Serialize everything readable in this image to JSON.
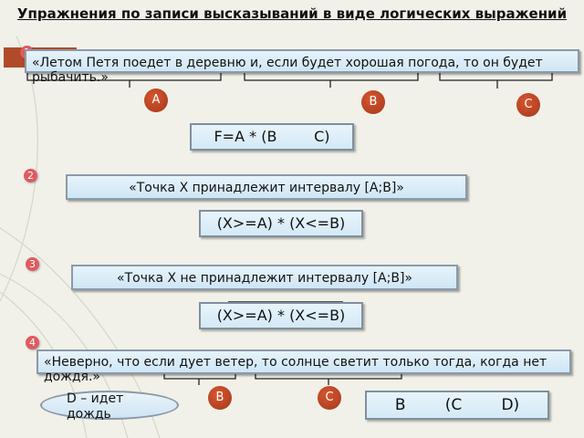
{
  "title": "Упражнения по записи высказываний в виде логических выражений",
  "numbers": [
    "1",
    "2",
    "3",
    "4"
  ],
  "ex1": {
    "statement": "«Летом Петя поедет в деревню и, если будет хорошая погода, то он будет рыбачить.»",
    "labels": [
      "A",
      "B",
      "C"
    ],
    "formula": "F=A * (B        C)"
  },
  "ex2": {
    "statement": "«Точка Х принадлежит интервалу [A;B]»",
    "formula": "(X>=A) * (X<=B)"
  },
  "ex3": {
    "statement": "«Точка Х не принадлежит интервалу [A;B]»",
    "formula": "(X>=A) * (X<=B)"
  },
  "ex4": {
    "statement": "«Неверно, что если дует ветер, то солнце светит только тогда, когда нет дождя.»",
    "labels": [
      "B",
      "C"
    ],
    "hint": "D – идет дождь",
    "formula": "B        (C        D)"
  },
  "colors": {
    "badge": "#b33e1f",
    "number": "#e05a60",
    "box_border": "#8a9aa8"
  }
}
